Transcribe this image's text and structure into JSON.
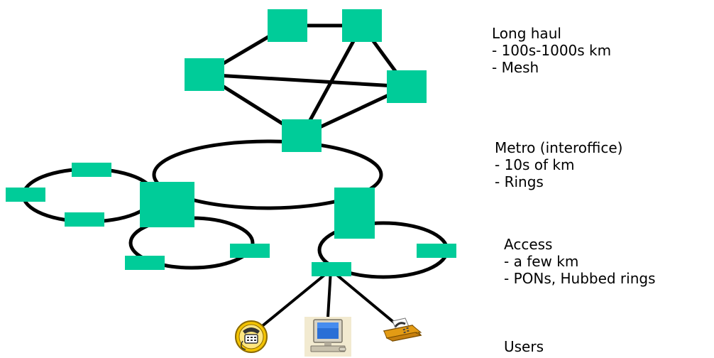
{
  "colors": {
    "node": "#00cc99",
    "link": "#000000",
    "background": "#ffffff"
  },
  "icons": [
    "telephone-icon",
    "computer-icon",
    "fax-machine-icon"
  ],
  "labels": {
    "long_haul": {
      "title": "Long haul",
      "line1": "- 100s-1000s km",
      "line2": "- Mesh"
    },
    "metro": {
      "title": "Metro (interoffice)",
      "line1": "- 10s of km",
      "line2": "- Rings"
    },
    "access": {
      "title": "Access",
      "line1": "- a few km",
      "line2": "- PONs, Hubbed rings"
    },
    "users": {
      "title": "Users"
    }
  }
}
